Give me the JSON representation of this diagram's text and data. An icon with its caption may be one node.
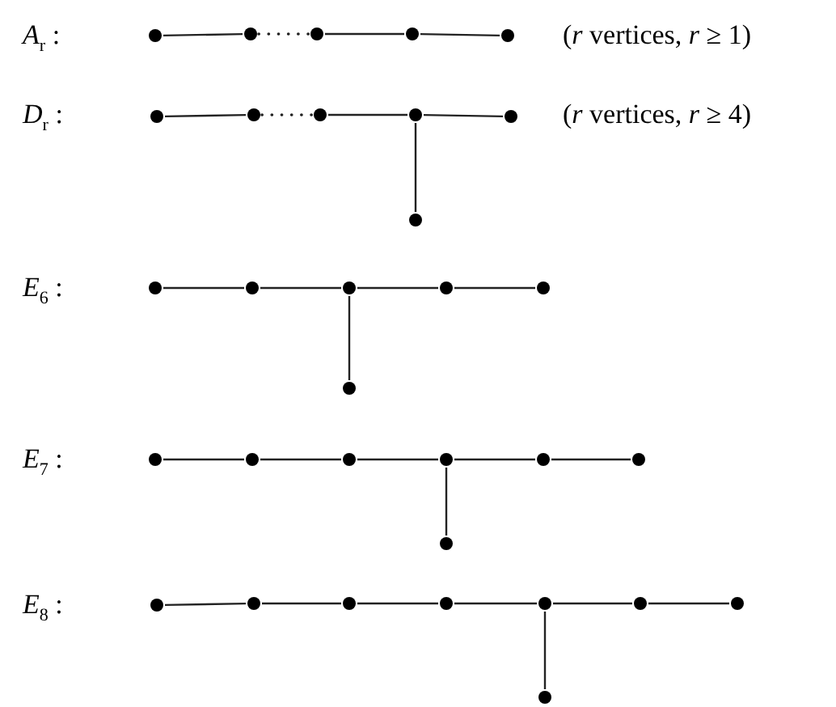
{
  "diagram": {
    "nodes": [
      {
        "text": [],
        "shape": "circle"
      },
      {
        "text": [],
        "shape": "circle"
      },
      {
        "text": [],
        "shape": "circle"
      },
      {
        "text": [],
        "shape": "circle"
      },
      {
        "text": [],
        "shape": "circle"
      },
      {
        "text": [],
        "shape": "circle"
      },
      {
        "text": [],
        "shape": "circle"
      },
      {
        "text": [],
        "shape": "circle"
      },
      {
        "text": [],
        "shape": "circle"
      },
      {
        "text": [],
        "shape": "circle"
      },
      {
        "text": [],
        "shape": "circle"
      },
      {
        "text": [],
        "shape": "circle"
      },
      {
        "text": [],
        "shape": "circle"
      },
      {
        "text": [],
        "shape": "circle"
      },
      {
        "text": [],
        "shape": "circle"
      },
      {
        "text": [],
        "shape": "circle"
      },
      {
        "text": [],
        "shape": "circle"
      },
      {
        "text": [],
        "shape": "circle"
      },
      {
        "text": [],
        "shape": "circle"
      },
      {
        "text": [],
        "shape": "circle"
      },
      {
        "text": [],
        "shape": "circle"
      },
      {
        "text": [],
        "shape": "circle"
      },
      {
        "text": [],
        "shape": "circle"
      },
      {
        "text": [],
        "shape": "circle"
      },
      {
        "text": [],
        "shape": "circle"
      },
      {
        "text": [],
        "shape": "circle"
      },
      {
        "text": [],
        "shape": "circle"
      },
      {
        "text": [],
        "shape": "circle"
      },
      {
        "text": [],
        "shape": "circle"
      },
      {
        "text": [],
        "shape": "circle"
      },
      {
        "text": [],
        "shape": "circle"
      },
      {
        "text": [],
        "shape": "circle"
      }
    ],
    "edges": [
      {
        "from": 0,
        "to": 1,
        "arrow": "none"
      },
      {
        "from": 1,
        "to": 2,
        "arrow": "none",
        "style": "dashed"
      },
      {
        "from": 2,
        "to": 3,
        "arrow": "none"
      },
      {
        "from": 3,
        "to": 4,
        "arrow": "none"
      },
      {
        "from": 5,
        "to": 6,
        "arrow": "none"
      },
      {
        "from": 6,
        "to": 7,
        "arrow": "none",
        "style": "dashed"
      },
      {
        "from": 7,
        "to": 8,
        "arrow": "none"
      },
      {
        "from": 8,
        "to": 9,
        "arrow": "none"
      },
      {
        "from": 8,
        "to": 10,
        "arrow": "none"
      },
      {
        "from": 11,
        "to": 12,
        "arrow": "none"
      },
      {
        "from": 12,
        "to": 13,
        "arrow": "none"
      },
      {
        "from": 13,
        "to": 14,
        "arrow": "none"
      },
      {
        "from": 14,
        "to": 15,
        "arrow": "none"
      },
      {
        "from": 13,
        "to": 16,
        "arrow": "none"
      },
      {
        "from": 17,
        "to": 18,
        "arrow": "none"
      },
      {
        "from": 18,
        "to": 19,
        "arrow": "none"
      },
      {
        "from": 19,
        "to": 20,
        "arrow": "none"
      },
      {
        "from": 20,
        "to": 21,
        "arrow": "none"
      },
      {
        "from": 21,
        "to": 22,
        "arrow": "none"
      },
      {
        "from": 20,
        "to": 23,
        "arrow": "none"
      },
      {
        "from": 24,
        "to": 25,
        "arrow": "none"
      },
      {
        "from": 25,
        "to": 26,
        "arrow": "none"
      },
      {
        "from": 26,
        "to": 27,
        "arrow": "none"
      },
      {
        "from": 27,
        "to": 28,
        "arrow": "none"
      },
      {
        "from": 28,
        "to": 29,
        "arrow": "none"
      },
      {
        "from": 29,
        "to": 30,
        "arrow": "none"
      },
      {
        "from": 28,
        "to": 31,
        "arrow": "none"
      }
    ],
    "labels": [
      "*A*$_{r}$ :",
      "(*r* vertices, *r* ≥ 1)",
      "*D*$_{r}$ :",
      "(*r* vertices, *r* ≥ 4)",
      "*E*$_{6}$ :",
      "*E*$_{7}$ :",
      "*E*$_{8}$ :"
    ]
  }
}
